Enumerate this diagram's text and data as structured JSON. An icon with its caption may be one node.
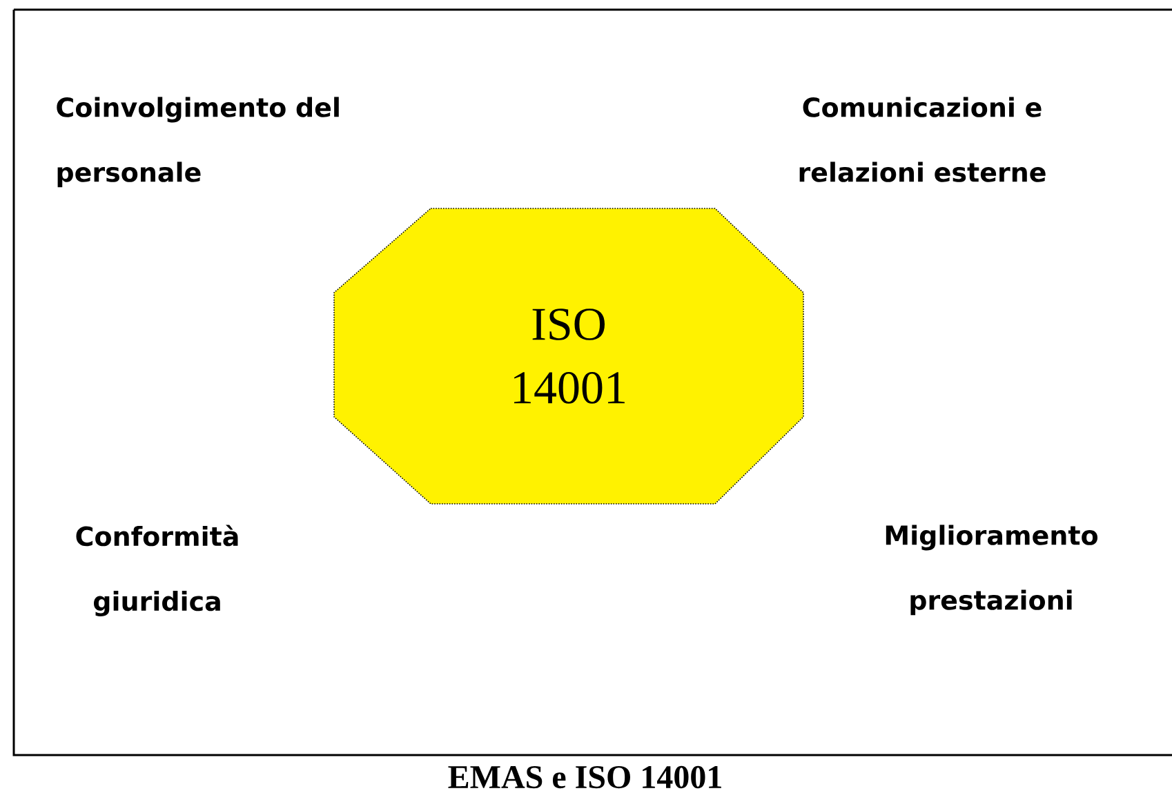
{
  "diagram": {
    "caption": "EMAS e ISO 14001",
    "nodes": [
      {
        "text": [
          "ISO 14001"
        ]
      }
    ],
    "labels": [
      "Coinvolgimento del personale",
      "Comunicazioni e relazioni esterne",
      "Conformità giuridica",
      "Miglioramento prestazioni"
    ]
  }
}
